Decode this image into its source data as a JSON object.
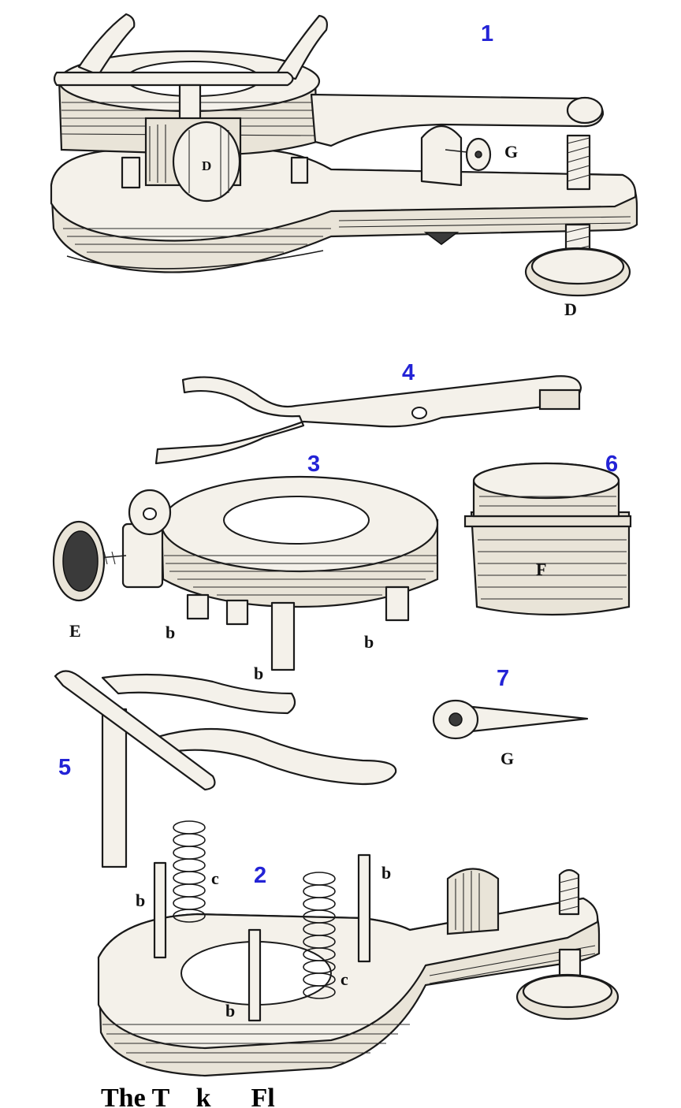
{
  "figure_numbers": {
    "fig1": "1",
    "fig2": "2",
    "fig3": "3",
    "fig4": "4",
    "fig5": "5",
    "fig6": "6",
    "fig7": "7"
  },
  "part_letters": {
    "fig1_D_bottom": "D",
    "fig1_D_roller": "D",
    "fig1_G": "G",
    "fig3_E": "E",
    "fig3_b_left": "b",
    "fig3_b_center": "b",
    "fig3_b_right": "b",
    "fig6_F": "F",
    "fig7_G": "G",
    "fig2_c_left": "c",
    "fig2_c_center": "c",
    "fig2_b_left": "b",
    "fig2_b_lower": "b",
    "fig2_b_right": "b"
  },
  "caption": "The T    k      Fl   "
}
